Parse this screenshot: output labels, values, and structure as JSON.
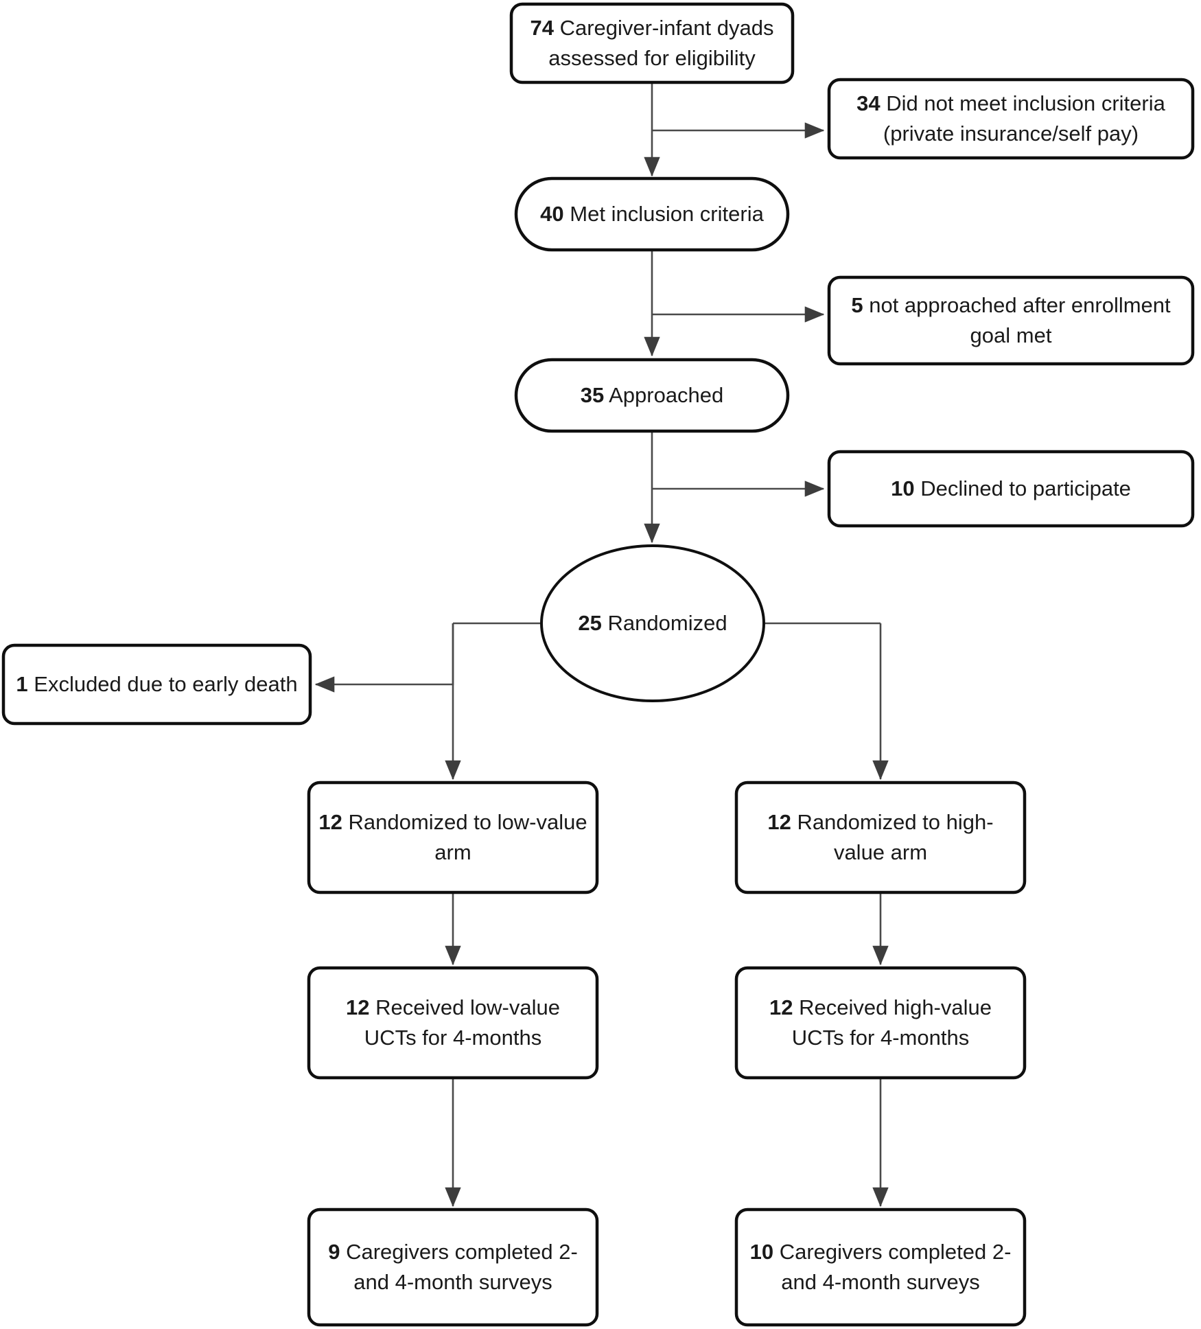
{
  "diagram": {
    "type": "consort-flow-diagram",
    "title": "",
    "colors": {
      "box_stroke": "#0f0f0f",
      "connector": "#4a4a4a",
      "background": "#ffffff",
      "text": "#1a1a1a"
    },
    "nodes": [
      {
        "id": "assessed",
        "shape": "rounded-rect",
        "count": "74",
        "text": "Caregiver-infant dyads assessed for eligibility",
        "lines": [
          "74 Caregiver-infant dyads",
          "assessed for eligibility"
        ]
      },
      {
        "id": "not-met-inclusion",
        "shape": "rounded-rect",
        "count": "34",
        "text": "Did not meet inclusion criteria (private insurance/self pay)",
        "lines": [
          "34 Did not meet inclusion criteria",
          "(private insurance/self pay)"
        ]
      },
      {
        "id": "met-inclusion",
        "shape": "stadium",
        "count": "40",
        "text": "Met inclusion criteria",
        "lines": [
          "40 Met inclusion criteria"
        ]
      },
      {
        "id": "not-approached",
        "shape": "rounded-rect",
        "count": "5",
        "text": "not approached after enrollment goal met",
        "lines": [
          "5 not approached after enrollment",
          "goal met"
        ]
      },
      {
        "id": "approached",
        "shape": "stadium",
        "count": "35",
        "text": "Approached",
        "lines": [
          "35 Approached"
        ]
      },
      {
        "id": "declined",
        "shape": "rounded-rect",
        "count": "10",
        "text": "Declined to participate",
        "lines": [
          "10 Declined to participate"
        ]
      },
      {
        "id": "randomized",
        "shape": "ellipse",
        "count": "25",
        "text": "Randomized",
        "lines": [
          "25 Randomized"
        ]
      },
      {
        "id": "excluded-early-death",
        "shape": "rounded-rect",
        "count": "1",
        "text": "Excluded due to early death",
        "lines": [
          "1 Excluded due to early",
          "death"
        ]
      },
      {
        "id": "rand-low-value",
        "shape": "rounded-rect",
        "count": "12",
        "text": "Randomized to low-value arm",
        "lines": [
          "12 Randomized to",
          "low-value arm"
        ]
      },
      {
        "id": "rand-high-value",
        "shape": "rounded-rect",
        "count": "12",
        "text": "Randomized to high-value arm",
        "lines": [
          "12 Randomized to",
          "high-value arm"
        ]
      },
      {
        "id": "received-low-value",
        "shape": "rounded-rect",
        "count": "12",
        "text": "Received low-value UCTs for 4-months",
        "lines": [
          "12 Received low-value",
          "UCTs for 4-months"
        ]
      },
      {
        "id": "received-high-value",
        "shape": "rounded-rect",
        "count": "12",
        "text": "Received high-value UCTs for 4-months",
        "lines": [
          "12 Received high-value",
          "UCTs for 4-months"
        ]
      },
      {
        "id": "completed-low-value",
        "shape": "rounded-rect",
        "count": "9",
        "text": "Caregivers completed 2- and 4-month surveys",
        "lines": [
          "9 Caregivers completed",
          "2- and 4-month surveys"
        ]
      },
      {
        "id": "completed-high-value",
        "shape": "rounded-rect",
        "count": "10",
        "text": "Caregivers completed 2- and 4-month surveys",
        "lines": [
          "10 Caregivers completed",
          "2- and 4-month surveys"
        ]
      }
    ]
  }
}
